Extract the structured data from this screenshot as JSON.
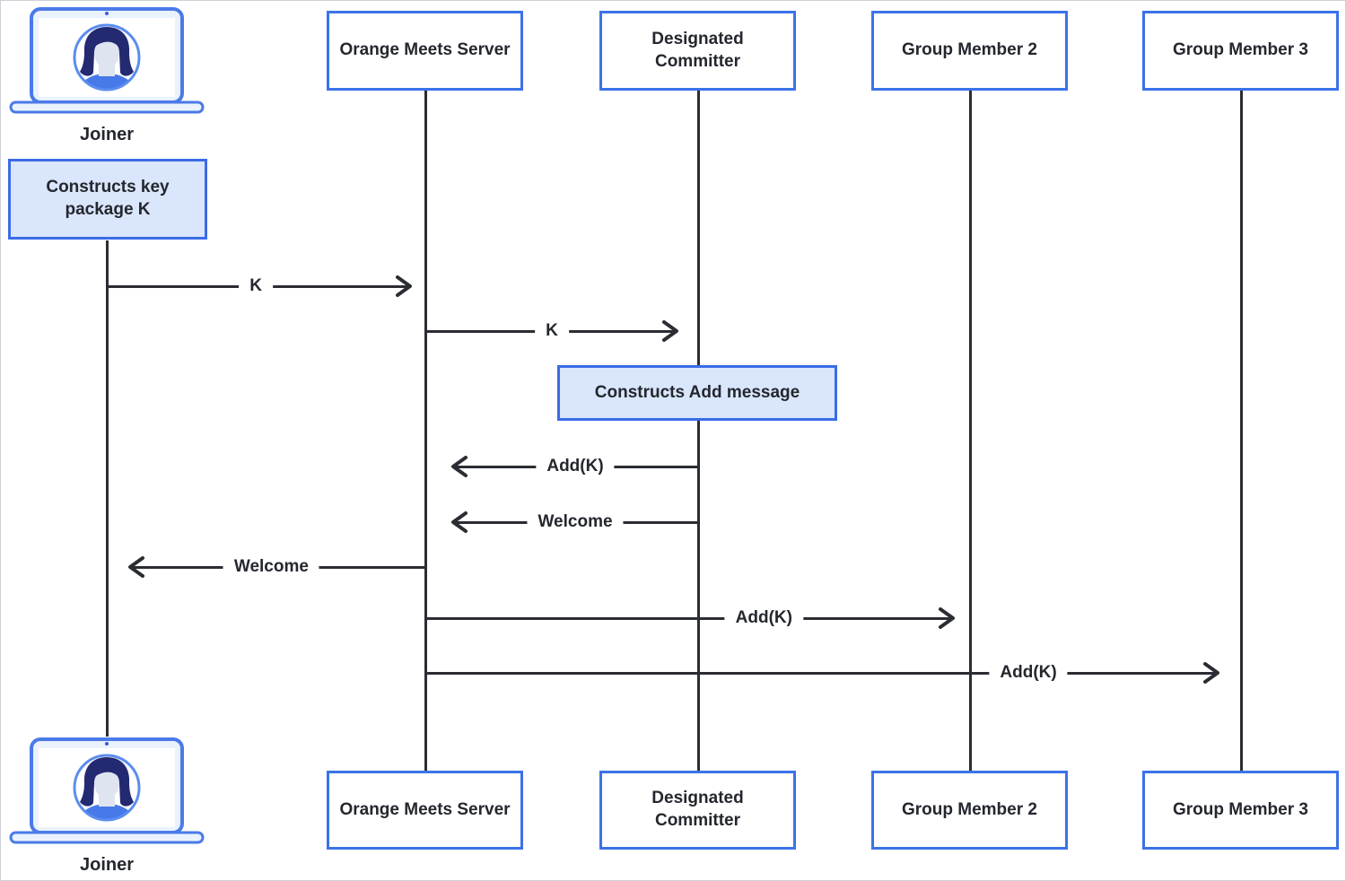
{
  "actors": [
    {
      "name": "Joiner",
      "representation": "laptop-avatar-icon"
    },
    {
      "name": "Orange Meets Server"
    },
    {
      "name": "Designated Committer"
    },
    {
      "name": "Group Member 2"
    },
    {
      "name": "Group Member 3"
    }
  ],
  "notes": [
    {
      "text": "Constructs key package K",
      "on": "Joiner"
    },
    {
      "text": "Constructs Add message",
      "on": "Designated Committer"
    }
  ],
  "messages": [
    {
      "label": "K",
      "from": "Joiner",
      "to": "Orange Meets Server"
    },
    {
      "label": "K",
      "from": "Orange Meets Server",
      "to": "Designated Committer"
    },
    {
      "label": "Add(K)",
      "from": "Designated Committer",
      "to": "Orange Meets Server"
    },
    {
      "label": "Welcome",
      "from": "Designated Committer",
      "to": "Orange Meets Server"
    },
    {
      "label": "Welcome",
      "from": "Orange Meets Server",
      "to": "Joiner"
    },
    {
      "label": "Add(K)",
      "from": "Orange Meets Server",
      "to": "Group Member 2"
    },
    {
      "label": "Add(K)",
      "from": "Orange Meets Server",
      "to": "Group Member 3"
    }
  ],
  "colors": {
    "box_border": "#3b72e8",
    "note_fill": "#d9e6fb",
    "note_border": "#3b6ce6",
    "line": "#2a2d33",
    "laptop_outline": "#4b7ae8",
    "laptop_fill": "#e9f2fd",
    "avatar_ring": "#5b8def",
    "avatar_hair": "#232a72",
    "avatar_face": "#dfe4f1",
    "avatar_shirt": "#4779e8"
  }
}
